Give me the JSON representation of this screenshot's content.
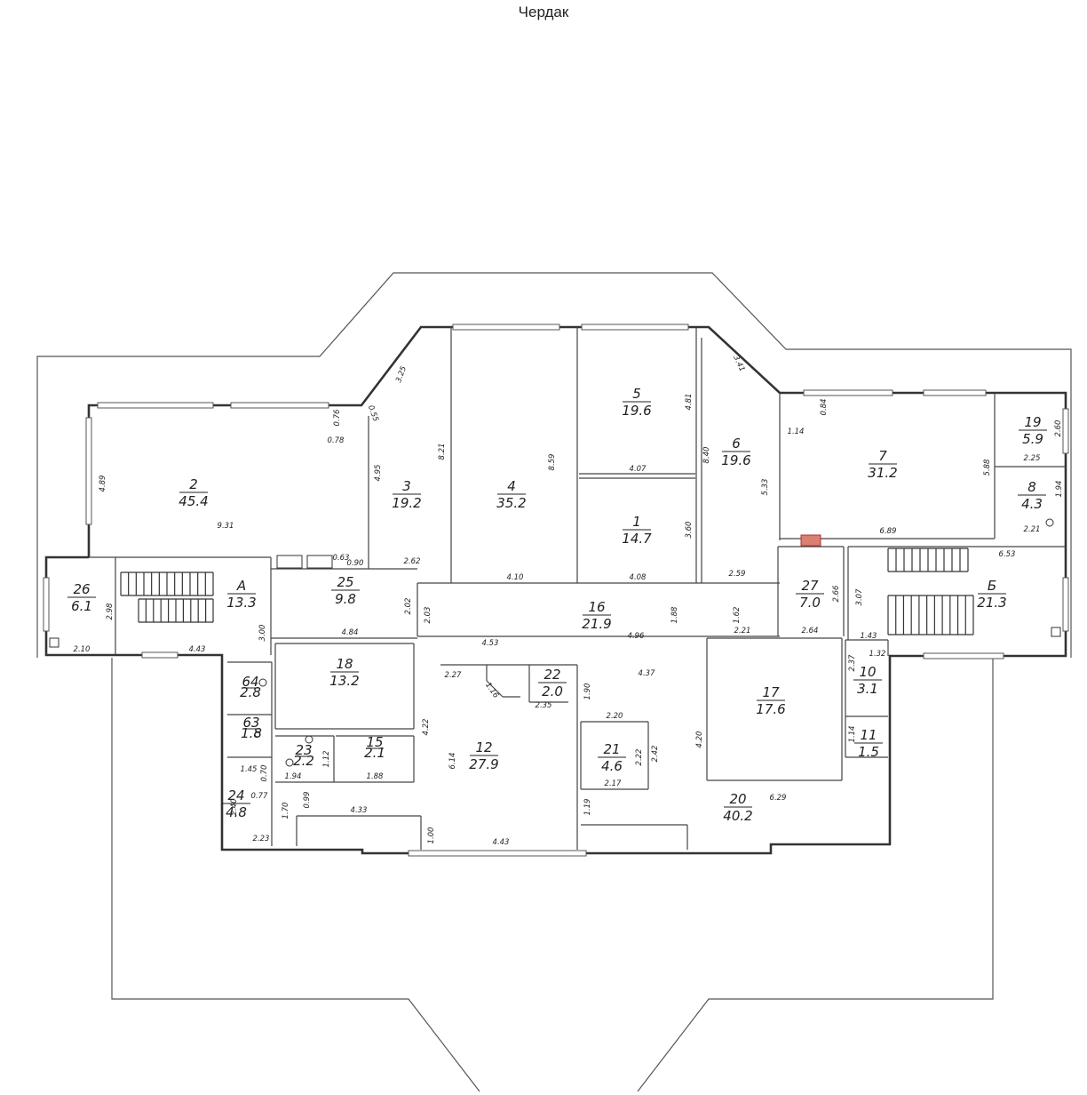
{
  "title": "Чердак",
  "rooms": [
    {
      "id": "1",
      "num": "1",
      "area": "14.7"
    },
    {
      "id": "2",
      "num": "2",
      "area": "45.4"
    },
    {
      "id": "3",
      "num": "3",
      "area": "19.2"
    },
    {
      "id": "4",
      "num": "4",
      "area": "35.2"
    },
    {
      "id": "5",
      "num": "5",
      "area": "19.6"
    },
    {
      "id": "6",
      "num": "6",
      "area": "19.6"
    },
    {
      "id": "7",
      "num": "7",
      "area": "31.2"
    },
    {
      "id": "8",
      "num": "8",
      "area": "4.3"
    },
    {
      "id": "10",
      "num": "10",
      "area": "3.1"
    },
    {
      "id": "11",
      "num": "11",
      "area": "1.5"
    },
    {
      "id": "12",
      "num": "12",
      "area": "27.9"
    },
    {
      "id": "15",
      "num": "15",
      "area": "2.1"
    },
    {
      "id": "16",
      "num": "16",
      "area": "21.9"
    },
    {
      "id": "17",
      "num": "17",
      "area": "17.6"
    },
    {
      "id": "18",
      "num": "18",
      "area": "13.2"
    },
    {
      "id": "19",
      "num": "19",
      "area": "5.9"
    },
    {
      "id": "20",
      "num": "20",
      "area": "40.2"
    },
    {
      "id": "21",
      "num": "21",
      "area": "4.6"
    },
    {
      "id": "22",
      "num": "22",
      "area": "2.0"
    },
    {
      "id": "23",
      "num": "23",
      "area": "2.2"
    },
    {
      "id": "24",
      "num": "24",
      "area": "4.8"
    },
    {
      "id": "25",
      "num": "25",
      "area": "9.8"
    },
    {
      "id": "26",
      "num": "26",
      "area": "6.1"
    },
    {
      "id": "27",
      "num": "27",
      "area": "7.0"
    },
    {
      "id": "A",
      "num": "А",
      "area": "13.3"
    },
    {
      "id": "B",
      "num": "Б",
      "area": "21.3"
    },
    {
      "id": "64",
      "num": "64",
      "area": "2.8"
    },
    {
      "id": "63",
      "num": "63",
      "area": "1.8"
    }
  ],
  "dimensions": [
    "3.25",
    "0.55",
    "0.76",
    "0.78",
    "4.89",
    "9.31",
    "4.95",
    "8.21",
    "8.59",
    "4.81",
    "4.07",
    "3.41",
    "8.40",
    "0.84",
    "1.14",
    "5.88",
    "2.60",
    "2.25",
    "1.94",
    "2.21",
    "5.33",
    "6.89",
    "3.60",
    "4.10",
    "4.08",
    "2.59",
    "0.63",
    "0.90",
    "2.62",
    "2.02",
    "2.03",
    "1.88",
    "1.62",
    "2.21",
    "4.84",
    "4.53",
    "4.96",
    "6.53",
    "2.66",
    "3.07",
    "2.64",
    "1.43",
    "2.98",
    "2.10",
    "4.43",
    "3.00",
    "2.27",
    "1.16",
    "2.35",
    "1.90",
    "4.37",
    "2.37",
    "1.32",
    "2.20",
    "4.20",
    "1.14",
    "4.22",
    "6.14",
    "2.22",
    "2.42",
    "2.17",
    "1.12",
    "1.94",
    "1.88",
    "1.45",
    "0.70",
    "0.77",
    "0.99",
    "1.70",
    "2.40",
    "2.23",
    "4.33",
    "1.00",
    "4.43",
    "1.19",
    "6.29"
  ]
}
